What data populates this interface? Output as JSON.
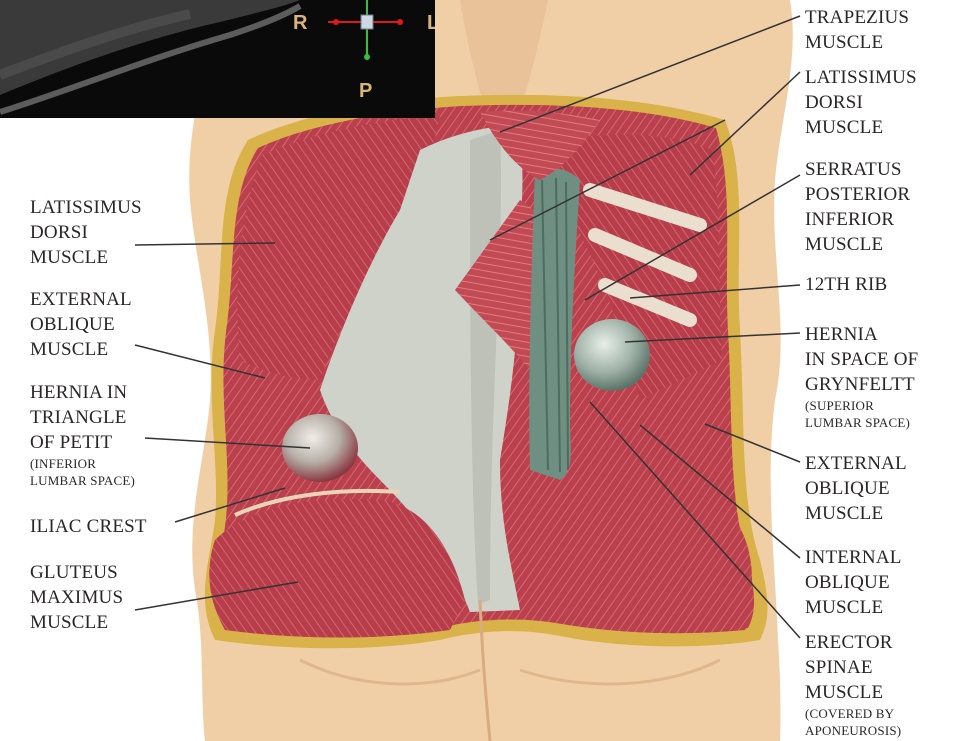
{
  "overlay": {
    "letters": {
      "right": "R",
      "left": "L",
      "posterior": "P"
    },
    "colors": {
      "axis_red": "#e01818",
      "axis_green": "#2ec33a",
      "letter": "#d8b67a"
    }
  },
  "colors": {
    "muscle": "#b9404c",
    "muscle_light": "#d46a70",
    "skin": "#f1cfa6",
    "fat_border": "#d9b24a",
    "aponeurosis": "#cfd2c9",
    "label_text": "#2a2626"
  },
  "labels_left": [
    {
      "lines": [
        "LATISSIMUS",
        "DORSI",
        "MUSCLE"
      ]
    },
    {
      "lines": [
        "EXTERNAL",
        "OBLIQUE",
        "MUSCLE"
      ]
    },
    {
      "lines": [
        "HERNIA IN",
        "TRIANGLE",
        "OF PETIT"
      ],
      "sub": [
        "(INFERIOR",
        "LUMBAR SPACE)"
      ]
    },
    {
      "lines": [
        "ILIAC CREST"
      ]
    },
    {
      "lines": [
        "GLUTEUS",
        "MAXIMUS",
        "MUSCLE"
      ]
    }
  ],
  "labels_right": [
    {
      "lines": [
        "TRAPEZIUS",
        "MUSCLE"
      ]
    },
    {
      "lines": [
        "LATISSIMUS",
        "DORSI",
        "MUSCLE"
      ]
    },
    {
      "lines": [
        "SERRATUS",
        "POSTERIOR",
        "INFERIOR",
        "MUSCLE"
      ]
    },
    {
      "lines": [
        "12TH RIB"
      ]
    },
    {
      "lines": [
        "HERNIA",
        "IN SPACE OF",
        "GRYNFELTT"
      ],
      "sub": [
        "(SUPERIOR",
        "LUMBAR SPACE)"
      ]
    },
    {
      "lines": [
        "EXTERNAL",
        "OBLIQUE",
        "MUSCLE"
      ]
    },
    {
      "lines": [
        "INTERNAL",
        "OBLIQUE",
        "MUSCLE"
      ]
    },
    {
      "lines": [
        "ERECTOR",
        "SPINAE",
        "MUSCLE"
      ],
      "sub": [
        "(COVERED BY",
        "APONEUROSIS)"
      ]
    }
  ]
}
